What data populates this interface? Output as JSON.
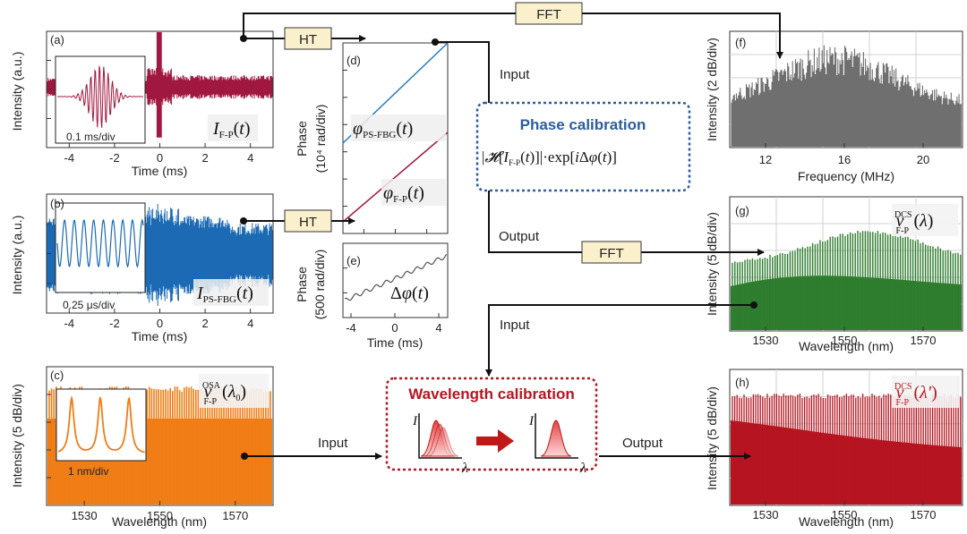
{
  "colors": {
    "panel_a": "#a0173f",
    "panel_b": "#1b6ab3",
    "panel_c": "#f07d16",
    "panel_f": "#6f6f6f",
    "panel_g": "#2f7d2f",
    "panel_h": "#b51520",
    "phase_calib_border": "#2c5e9e",
    "wave_calib_border": "#b51520",
    "box_fill": "#fbf0cc"
  },
  "flow": {
    "fft_top": "FFT",
    "ht_a": "HT",
    "ht_b": "HT",
    "fft_mid": "FFT",
    "input_phase": "Input",
    "output_phase": "Output",
    "input_wave_top": "Input",
    "input_wave_left": "Input",
    "output_wave": "Output"
  },
  "phase_calibration": {
    "title": "Phase calibration",
    "formula": "|𝓗[I_F-P(t)]|·exp[iΔφ(t)]"
  },
  "wavelength_calibration": {
    "title": "Wavelength calibration",
    "axis_i": "I",
    "axis_lambda": "λ"
  },
  "panels": {
    "a": {
      "label": "(a)",
      "ylabel": "Intensity (a.u.)",
      "xlabel": "Time (ms)",
      "xticks": [
        "-4",
        "-2",
        "0",
        "2",
        "4"
      ],
      "inset_label": "0.1 ms/div",
      "signal": "I_F-P(t)"
    },
    "b": {
      "label": "(b)",
      "ylabel": "Intensity (a.u.)",
      "xlabel": "Time (ms)",
      "xticks": [
        "-4",
        "-2",
        "0",
        "2",
        "4"
      ],
      "inset_label": "0.25 μs/div",
      "signal": "I_PS-FBG(t)"
    },
    "c": {
      "label": "(c)",
      "ylabel": "Intensity (5 dB/div)",
      "xlabel": "Wavelength (nm)",
      "xticks": [
        "1530",
        "1550",
        "1570"
      ],
      "inset_label": "1 nm/div",
      "signal": "ν_F-P^OSA(λ0)"
    },
    "d": {
      "label": "(d)",
      "ylabel": "Phase",
      "ylabel2": "(10⁴ rad/div)",
      "curve1": "φ_PS-FBG(t)",
      "curve2": "φ_F-P(t)"
    },
    "e": {
      "label": "(e)",
      "ylabel": "Phase",
      "ylabel2": "(500 rad/div)",
      "xlabel": "Time (ms)",
      "xticks": [
        "-4",
        "0",
        "4"
      ],
      "curve": "Δφ(t)"
    },
    "f": {
      "label": "(f)",
      "ylabel": "Intensity (2 dB/div)",
      "xlabel": "Frequency (MHz)",
      "xticks": [
        "12",
        "16",
        "20"
      ]
    },
    "g": {
      "label": "(g)",
      "ylabel": "Intensity (5 dB/div)",
      "xlabel": "Wavelength (nm)",
      "xticks": [
        "1530",
        "1550",
        "1570"
      ],
      "signal": "ν_F-P^DCS(λ)"
    },
    "h": {
      "label": "(h)",
      "ylabel": "Intensity (5 dB/div)",
      "xlabel": "Wavelength (nm)",
      "xticks": [
        "1530",
        "1550",
        "1570"
      ],
      "signal": "ν_F-P^DCS(λ′)"
    }
  }
}
